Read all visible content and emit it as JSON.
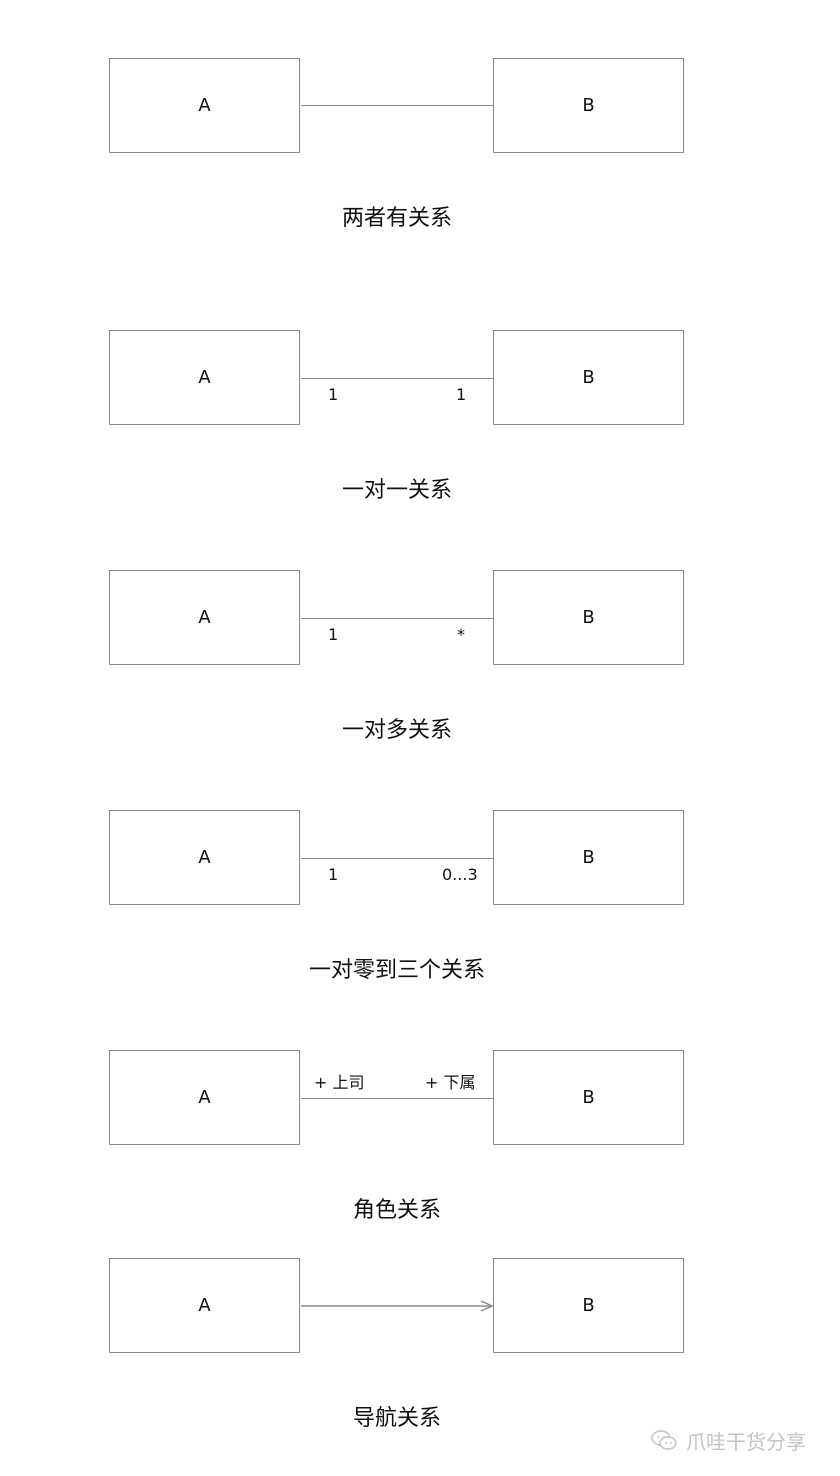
{
  "diagram": {
    "relations": [
      {
        "left_label": "A",
        "right_label": "B",
        "left_mult": "",
        "right_mult": "",
        "caption": "两者有关系",
        "type": "association"
      },
      {
        "left_label": "A",
        "right_label": "B",
        "left_mult": "1",
        "right_mult": "1",
        "caption": "一对一关系",
        "type": "association"
      },
      {
        "left_label": "A",
        "right_label": "B",
        "left_mult": "1",
        "right_mult": "*",
        "caption": "一对多关系",
        "type": "association"
      },
      {
        "left_label": "A",
        "right_label": "B",
        "left_mult": "1",
        "right_mult": "0...3",
        "caption": "一对零到三个关系",
        "type": "association"
      },
      {
        "left_label": "A",
        "right_label": "B",
        "left_role": "+ 上司",
        "right_role": "+ 下属",
        "caption": "角色关系",
        "type": "role"
      },
      {
        "left_label": "A",
        "right_label": "B",
        "caption": "导航关系",
        "type": "navigation"
      }
    ],
    "watermark": {
      "text": "爪哇干货分享",
      "icon": "wechat-icon"
    }
  }
}
